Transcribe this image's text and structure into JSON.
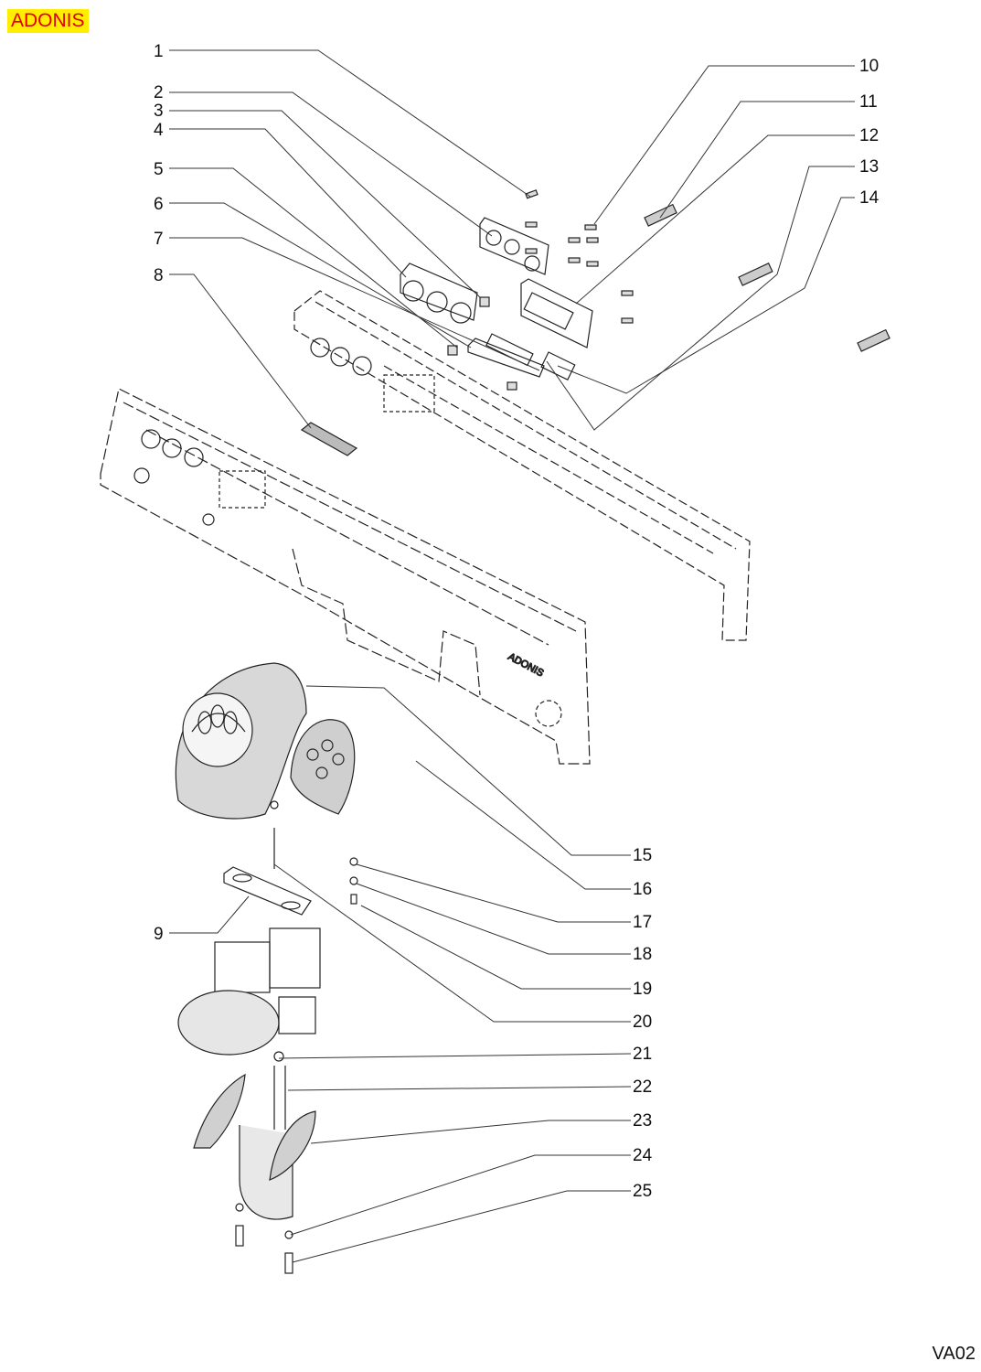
{
  "header": {
    "model_tag": "ADONIS"
  },
  "footer": {
    "page_code": "VA02"
  },
  "panel": {
    "brand_text": "ADONIS"
  },
  "callouts": [
    "1",
    "2",
    "3",
    "4",
    "5",
    "6",
    "7",
    "8",
    "9",
    "10",
    "11",
    "12",
    "13",
    "14",
    "15",
    "16",
    "17",
    "18",
    "19",
    "20",
    "21",
    "22",
    "23",
    "24",
    "25"
  ]
}
